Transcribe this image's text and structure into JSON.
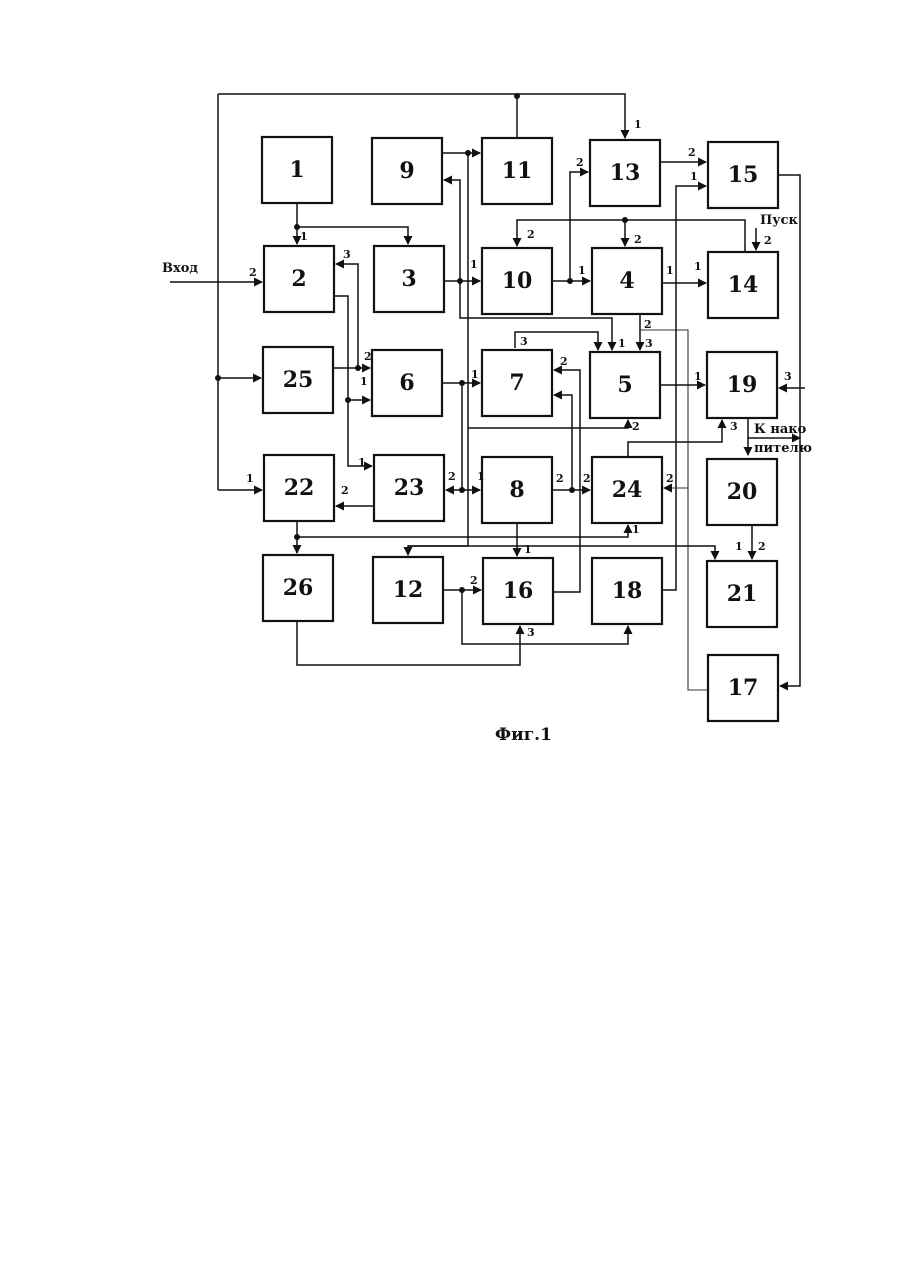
{
  "blocks": [
    {
      "id": "b1",
      "label": "1"
    },
    {
      "id": "b2",
      "label": "2"
    },
    {
      "id": "b3",
      "label": "3"
    },
    {
      "id": "b4",
      "label": "4"
    },
    {
      "id": "b5",
      "label": "5"
    },
    {
      "id": "b6",
      "label": "6"
    },
    {
      "id": "b7",
      "label": "7"
    },
    {
      "id": "b8",
      "label": "8"
    },
    {
      "id": "b9",
      "label": "9"
    },
    {
      "id": "b10",
      "label": "10"
    },
    {
      "id": "b11",
      "label": "11"
    },
    {
      "id": "b12",
      "label": "12"
    },
    {
      "id": "b13",
      "label": "13"
    },
    {
      "id": "b14",
      "label": "14"
    },
    {
      "id": "b15",
      "label": "15"
    },
    {
      "id": "b16",
      "label": "16"
    },
    {
      "id": "b17",
      "label": "17"
    },
    {
      "id": "b18",
      "label": "18"
    },
    {
      "id": "b19",
      "label": "19"
    },
    {
      "id": "b20",
      "label": "20"
    },
    {
      "id": "b21",
      "label": "21"
    },
    {
      "id": "b22",
      "label": "22"
    },
    {
      "id": "b23",
      "label": "23"
    },
    {
      "id": "b24",
      "label": "24"
    },
    {
      "id": "b25",
      "label": "25"
    },
    {
      "id": "b26",
      "label": "26"
    }
  ],
  "labels": {
    "input": "Вход",
    "start": "Пуск",
    "to_storage_line1": "К нако",
    "to_storage_line2": "пителю",
    "caption": "Фиг.1"
  },
  "port_numbers": {
    "one": "1",
    "two": "2",
    "three": "3"
  }
}
